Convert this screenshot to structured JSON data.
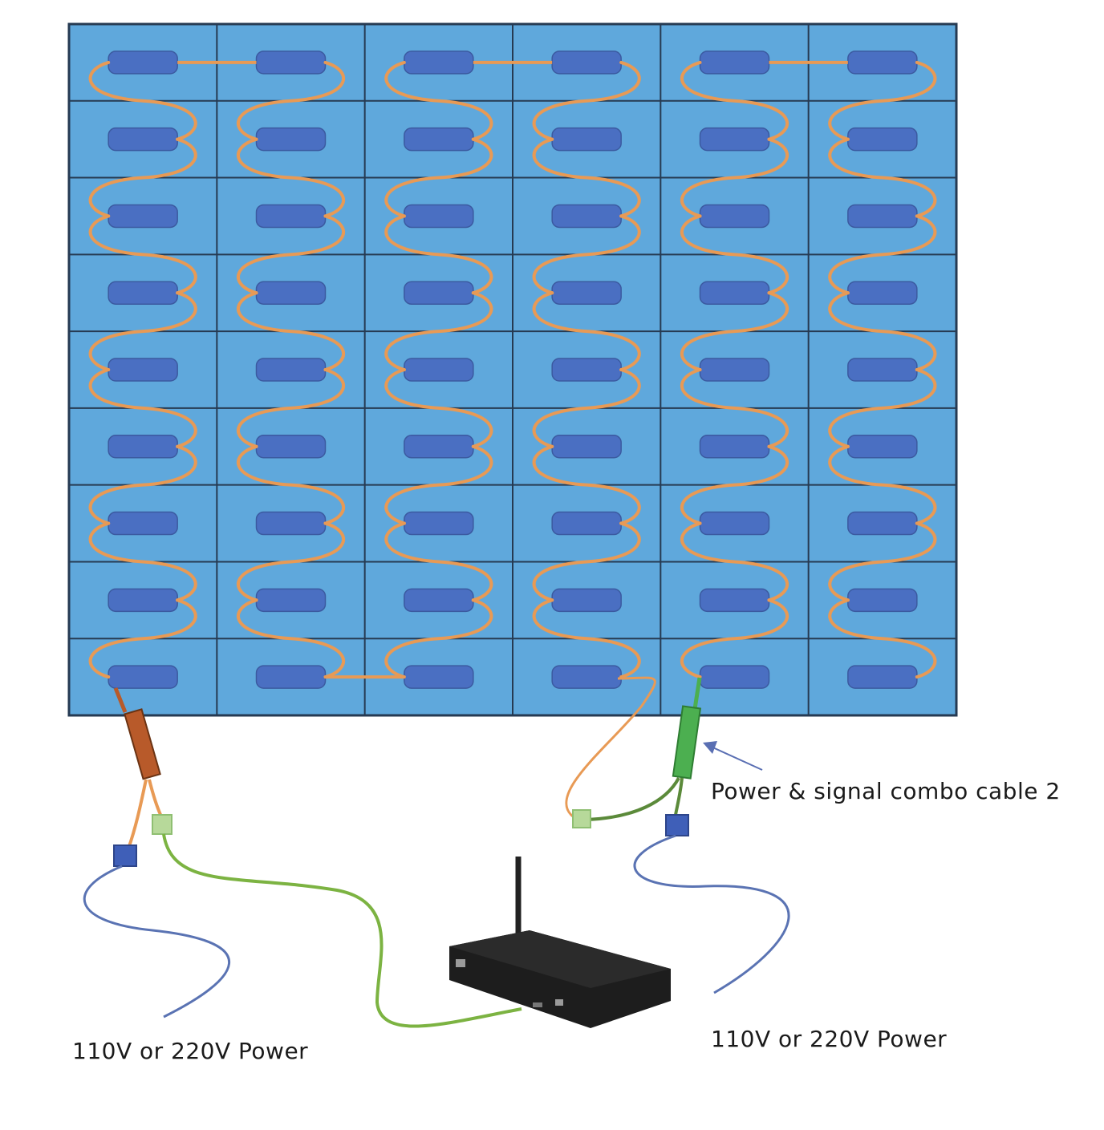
{
  "labels": {
    "combo_cable": "Power & signal combo cable 2",
    "power_left": "110V or 220V Power",
    "power_right": "110V or 220V Power"
  },
  "wall": {
    "rows": 9,
    "cols": 6,
    "serpentine_columns": 3
  },
  "colors": {
    "panel": "#5fa8dc",
    "panel_border": "#263a52",
    "module": "#4a6fc2",
    "cable_orange": "#e89a55",
    "cable_green": "#7cb342",
    "cable_blue": "#5a73b3",
    "connector_blue": "#3f5fb8",
    "connector_green": "#b7d99a",
    "combo_brown": "#b85a2a",
    "combo_green": "#4caf50",
    "controller": "#1d1d1d",
    "arrow": "#5a6fb3"
  },
  "icons": {
    "controller": "media-player-box-icon",
    "antenna": "antenna-icon",
    "arrow": "arrow-icon"
  }
}
